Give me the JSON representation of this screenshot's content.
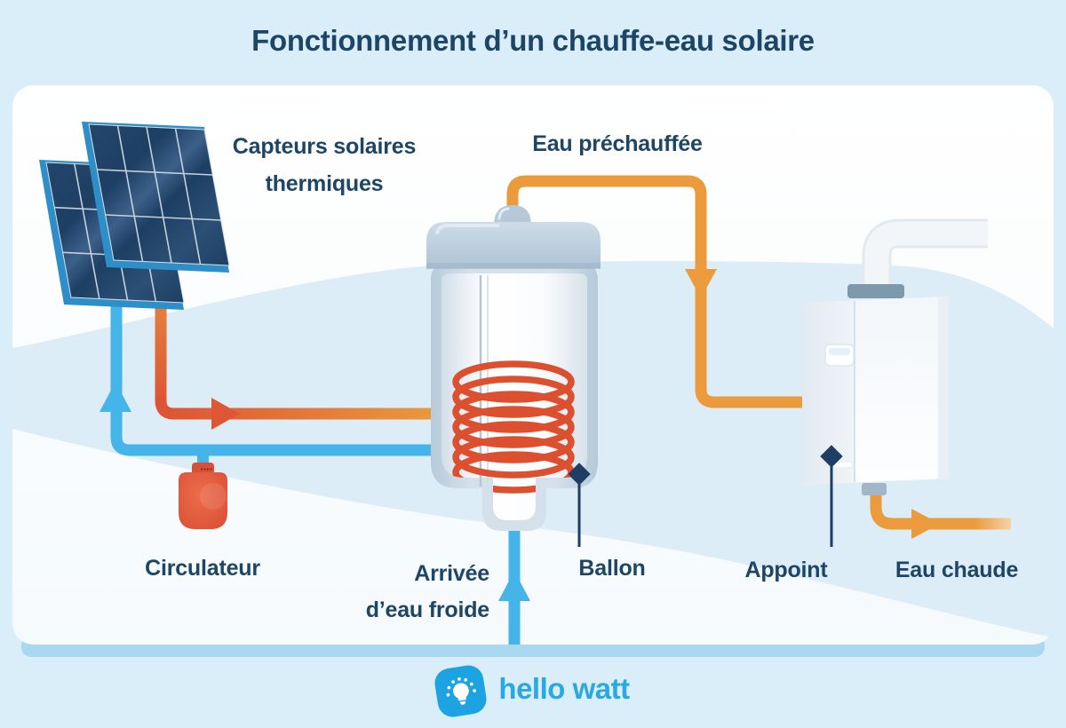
{
  "title": "Fonctionnement d’un chauffe-eau solaire",
  "diagram": {
    "labels": {
      "collectors_line1": "Capteurs solaires",
      "collectors_line2": "thermiques",
      "preheated_water": "Eau préchauffée",
      "circulator": "Circulateur",
      "cold_water_line1": "Arrivée",
      "cold_water_line2": "d’eau froide",
      "tank": "Ballon",
      "backup": "Appoint",
      "hot_water": "Eau chaude"
    }
  },
  "brand": {
    "logo_text": "hello watt"
  },
  "colors": {
    "page_background": "#d9eef9",
    "card_background": "#fbfdfe",
    "wave_band": "#dcedf8",
    "card_base_strip": "#a9d9f0",
    "text_navy": "#1d4566",
    "cold_pipe_blue": "#45b4e9",
    "hot_pipe_red": "#dc5434",
    "hot_pipe_orange": "#eb9b3b",
    "coil_red": "#dc4f2f",
    "circulator_red": "#df5339",
    "solar_panel_cell": "#1d3f63",
    "solar_panel_edge": "#2e8fc8",
    "tank_shell": "#c0d2e0",
    "pin_navy": "#1e3f63",
    "brand_blue": "#1da2e2"
  }
}
